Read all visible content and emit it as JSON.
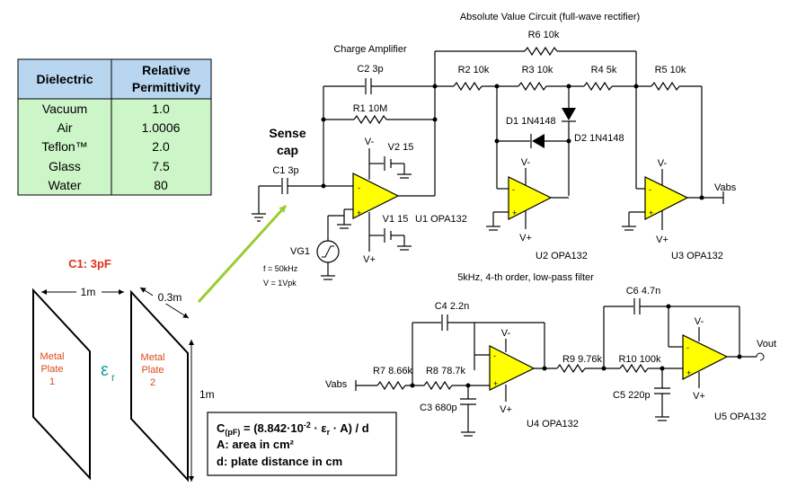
{
  "sections": {
    "absolute_value": "Absolute Value Circuit (full-wave rectifier)",
    "charge_amp": "Charge Amplifier",
    "filter": "5kHz, 4-th order, low-pass filter",
    "sense_cap_line1": "Sense",
    "sense_cap_line2": "cap"
  },
  "table": {
    "headers": [
      "Dielectric",
      "Relative",
      "Permittivity"
    ],
    "rows": [
      {
        "material": "Vacuum",
        "value": "1.0"
      },
      {
        "material": "Air",
        "value": "1.0006"
      },
      {
        "material": "Teflon™",
        "value": "2.0"
      },
      {
        "material": "Glass",
        "value": "7.5"
      },
      {
        "material": "Water",
        "value": "80"
      }
    ],
    "colors": {
      "header": "#b9d6f1",
      "body": "#ccf5c8"
    }
  },
  "components": {
    "C1": "C1 3p",
    "C2": "C2 3p",
    "R1": "R1 10M",
    "R2": "R2 10k",
    "R3": "R3 10k",
    "R4": "R4 5k",
    "R5": "R5 10k",
    "R6": "R6 10k",
    "D1": "D1 1N4148",
    "D2": "D2 1N4148",
    "V1": "V1 15",
    "V2": "V2 15",
    "VG1": "VG1",
    "VG1_f": "f = 50kHz",
    "VG1_v": "V = 1Vpk",
    "U1": "U1 OPA132",
    "U2": "U2 OPA132",
    "U3": "U3 OPA132",
    "U4": "U4 OPA132",
    "U5": "U5 OPA132",
    "C4": "C4 2.2n",
    "C3": "C3 680p",
    "R7": "R7 8.66k",
    "R8": "R8 78.7k",
    "R9": "R9 9.76k",
    "R10": "R10 100k",
    "C5": "C5 220p",
    "C6": "C6 4.7n",
    "vminus": "V-",
    "vplus": "V+",
    "vabs": "Vabs",
    "vout": "Vout",
    "minus": "-",
    "plus": "+"
  },
  "plates": {
    "c1_label": "C1: 3pF",
    "width": "1m",
    "gap": "0.3m",
    "height": "1m",
    "plate1_line1": "Metal",
    "plate1_line2": "Plate",
    "plate1_line3": "1",
    "plate2_line1": "Metal",
    "plate2_line2": "Plate",
    "plate2_line3": "2",
    "epsilon": "ε",
    "epsilon_sub": "r",
    "c1_color": "#e0301e",
    "epsilon_color": "#1aa0a0",
    "arrow_color": "#9acd32"
  },
  "formula": {
    "line1_prefix": "C",
    "line1_sub": "(pF)",
    "line1_a": " = (8.842·10",
    "line1_exp": "-2",
    "line1_b": " · ε",
    "line1_sub2": "r",
    "line1_c": " · A)  / d",
    "line2": "A: area in cm²",
    "line3": "d: plate distance in cm"
  }
}
